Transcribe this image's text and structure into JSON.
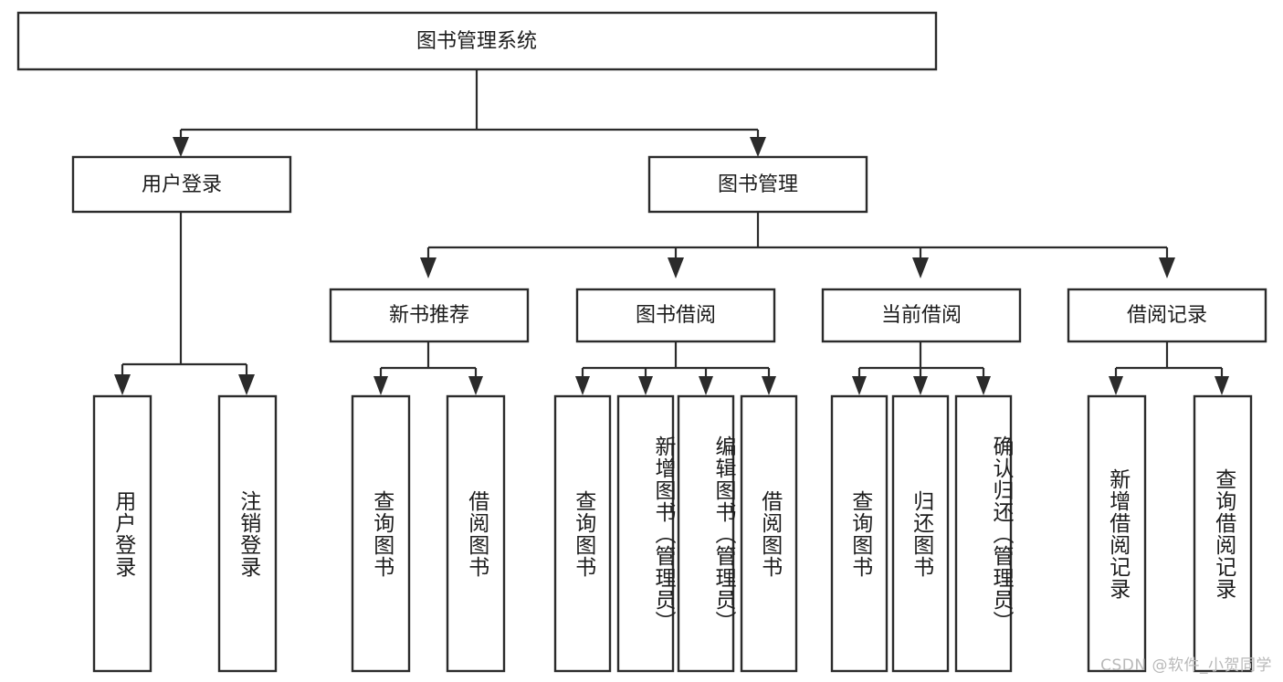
{
  "diagram": {
    "type": "hierarchy-tree",
    "title": "图书管理系统",
    "orientation": "top-down",
    "colors": {
      "box_stroke": "#2b2b2b",
      "box_fill": "#ffffff",
      "text": "#1c1c1c",
      "background": "#ffffff",
      "watermark": "#b9b9b9"
    },
    "levels": {
      "root": {
        "label": "图书管理系统"
      },
      "level2": [
        {
          "label": "用户登录"
        },
        {
          "label": "图书管理"
        }
      ],
      "level3": [
        {
          "label": "新书推荐"
        },
        {
          "label": "图书借阅"
        },
        {
          "label": "当前借阅"
        },
        {
          "label": "借阅记录"
        }
      ],
      "leaves_user_login": [
        {
          "label": "用户登录"
        },
        {
          "label": "注销登录"
        }
      ],
      "leaves_new_book": [
        {
          "label": "查询图书"
        },
        {
          "label": "借阅图书"
        }
      ],
      "leaves_borrow": [
        {
          "label": "查询图书"
        },
        {
          "label": "新增图书（管理员）"
        },
        {
          "label": "编辑图书（管理员）"
        },
        {
          "label": "借阅图书"
        }
      ],
      "leaves_current": [
        {
          "label": "查询图书"
        },
        {
          "label": "归还图书"
        },
        {
          "label": "确认归还（管理员）"
        }
      ],
      "leaves_records": [
        {
          "label": "新增借阅记录"
        },
        {
          "label": "查询借阅记录"
        }
      ]
    }
  },
  "watermark": {
    "text": "CSDN @软件_小贺同学"
  }
}
